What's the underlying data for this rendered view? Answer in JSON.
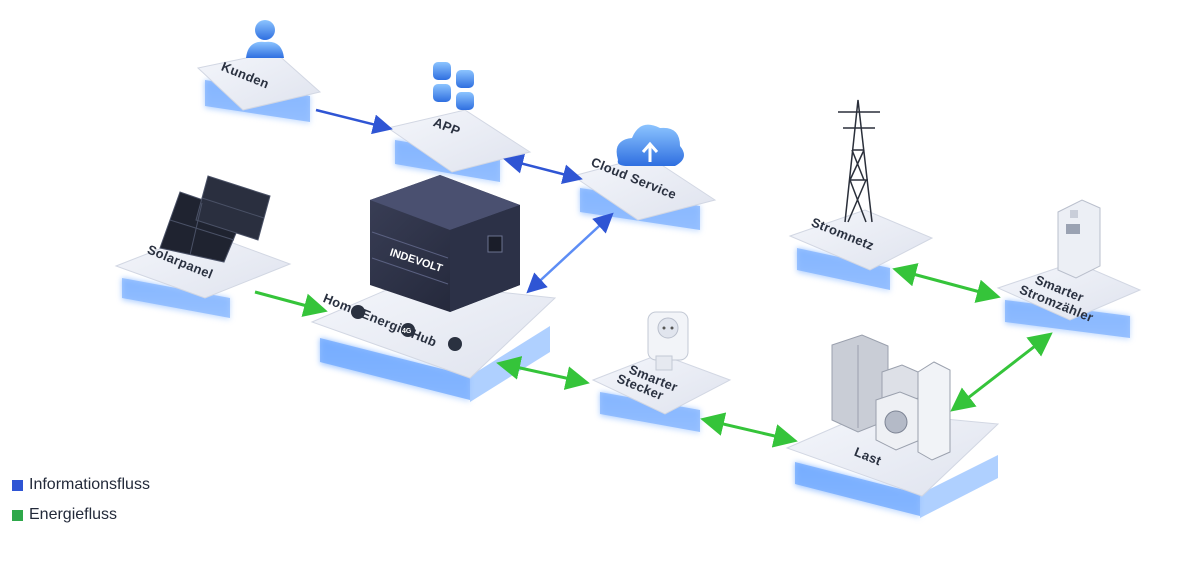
{
  "nodes": {
    "kunden": "Kunden",
    "app": "APP",
    "cloud": "Cloud Service",
    "solar": "Solarpanel",
    "hub": "Home Energie Hub",
    "brand": "INDEVOLT",
    "hub_badge": "4G",
    "stromnetz": "Stromnetz",
    "zaehler_line1": "Smarter",
    "zaehler_line2": "Stromzähler",
    "stecker_line1": "Smarter",
    "stecker_line2": "Stecker",
    "last": "Last"
  },
  "legend": {
    "info_label": "Informationsfluss",
    "energy_label": "Energiefluss",
    "info_color": "#2f55d4",
    "energy_color": "#2ea84a"
  },
  "icons": [
    "user-icon",
    "app-icon",
    "cloud-icon",
    "solar-panel-icon",
    "battery-hub-icon",
    "power-tower-icon",
    "meter-icon",
    "smart-plug-icon",
    "appliances-icon"
  ]
}
